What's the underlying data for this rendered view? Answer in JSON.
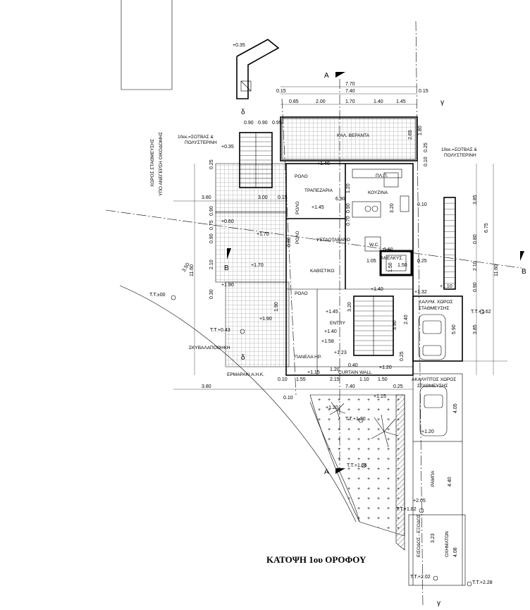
{
  "title": "ΚΑΤΟΨΗ 1ου ΟΡΟΦΟΥ",
  "section_markers": {
    "a": "A",
    "b": "B",
    "gamma": "γ",
    "delta": "δ"
  },
  "neighbor_label": {
    "line1": "ΧΩΡΟΣ ΣΤΑΘΜΕΥΣΗΣ",
    "line2": "ΥΠΟ ΑΝΕΓΕΡΣΗ ΟΙΚΟΔΟΜΗΣ"
  },
  "insulation_notes": {
    "left_line1": "10εκ.=ΣΟΤΒΑΣ &",
    "left_line2": "ΠΟΛΥΣΤΕΡΙΝΗ",
    "right_line1": "10εκ.=ΣΟΤΒΑΣ &",
    "right_line2": "ΠΟΛΥΣΤΕΡΙΝΗ"
  },
  "rooms": {
    "veranda": "ΚΑΛ. ΒΕΡΑΝΤΑ",
    "dining": "ΤΡΑΠΕΖΑΡΙΑ",
    "kitchen": "ΚΟΥΖΙΝΑ",
    "kitchen_pg": "ΠΛ.Π.",
    "lounge": "ΨΕΤΔΟΤΑΒΑΝΟ",
    "living": "ΚΑΘΙΣΤΙΚΟ",
    "covered_parking_1": "ΚΑΛΥΜ. ΧΩΡΟΣ",
    "covered_parking_2": "ΣΤΑΘΜΕΥΣΗΣ",
    "open_parking_1": "ΑΚΑΛΥΠΤΟΣ ΧΩΡΟΣ",
    "open_parking_2": "ΣΤΑΘΜΕΥΣΗΣ",
    "ramp": "ΡΑΜΠΑ",
    "entry_exit": "ΕΙΣΟΔΟΣ - ΕΞΟΔΟΣ",
    "vehicles": "ΟΧΗΜΑΤΩΝ",
    "elevator": "ΑΝΕΛΚΥΣ.",
    "storage": "ΣΚΥΒΑΛΑΠΟΘΗΚΗ",
    "cabinet": "ΕΡΜΑΡΑΚΙ Α.Η.Κ.",
    "panel": "ΠΑΝΕΛΑ ΗΡ.",
    "curtain_wall": "CURTAIN WALL",
    "entry": "ENTRY",
    "wc": "W.C.",
    "rolo1": "ΡΟΛΟ",
    "rolo2": "ΡΟΛΟ",
    "rolo3": "ΡΟΛΟ",
    "rolo4": "ΡΟΛΟ"
  },
  "levels": {
    "top": "+0.35",
    "left1": "+0.35",
    "left2": "+0.60",
    "left3": "+1.70",
    "left4": "+1.70",
    "left5": "+1.90",
    "mid1": "+1.40",
    "mid2": "+1.45",
    "mid3": "+1.45",
    "mid4": "+1.40",
    "mid5": "+1.90",
    "mid6": "+1.58",
    "mid7": "+1.23",
    "mid8": "+1.15",
    "mid9": "+1.20",
    "mid10": "+1.20",
    "mid11": "+1.15",
    "mid12": "+1.40",
    "mid13": "+1.32",
    "mid14": "+1.10",
    "park1": "+1.20",
    "ramp1": "+2.05",
    "tt0": "T.T.±00",
    "tt1": "T.T.+0.43",
    "tt2": "T.T.+1.62",
    "tt3": "T.T.+1.20",
    "tt4": "T.T.+1.36",
    "tt5": "T.T.+1.82",
    "tt6": "T.T.+2.02",
    "tt7": "T.T.+2.28"
  },
  "dims": {
    "top_total": "7.70",
    "top_inner": "7.40",
    "top_l": "0.15",
    "top_r": "0.15",
    "t1": "0.85",
    "t2": "2.00",
    "t3": "1.70",
    "t4": "1.40",
    "t5": "1.45",
    "row2a": "0.90",
    "row2b": "0.90",
    "row2c": "0.95",
    "left_total": "11.60",
    "right_total": "11.60",
    "l1": "3.80",
    "l2": "3.00",
    "l3": "0.15",
    "l4": "3.80",
    "v1": "0.25",
    "v2": "2.10",
    "v3": "0.90",
    "v4": "0.90",
    "v5": "0.75",
    "v6": "0.30",
    "r1": "3.85",
    "r2": "6.75",
    "r3": "0.80",
    "r4": "2.10",
    "r5": "0.90",
    "r6": "3.85",
    "r7": "1.80",
    "r8": "2.65",
    "r9": "0.25",
    "r10": "0.10",
    "k1": "6.90",
    "k2": "3.20",
    "k3": "1.20",
    "k4": "0.90",
    "k5": "0.70",
    "k6": "1.05",
    "k7": "1.50",
    "k8": "1.50",
    "k9": "0.25",
    "k10": "0.10",
    "k11": "3.20",
    "b1": "1.55",
    "b2": "2.15",
    "b3": "1.10",
    "b4": "1.50",
    "b5": "1.20",
    "b6": "0.25",
    "b7": "0.40",
    "b8": "7.40",
    "b9": "0.10",
    "b10": "0.10",
    "s1": "4.05",
    "s2": "4.40",
    "s3": "4.08",
    "s4": "3.23",
    "s5": "5.90",
    "s6": "3.90",
    "s7": "2.40",
    "s8": "0.25",
    "s9": "0.80",
    "s10": "1.90",
    "s11": "3.50",
    "s12": "0.60"
  }
}
